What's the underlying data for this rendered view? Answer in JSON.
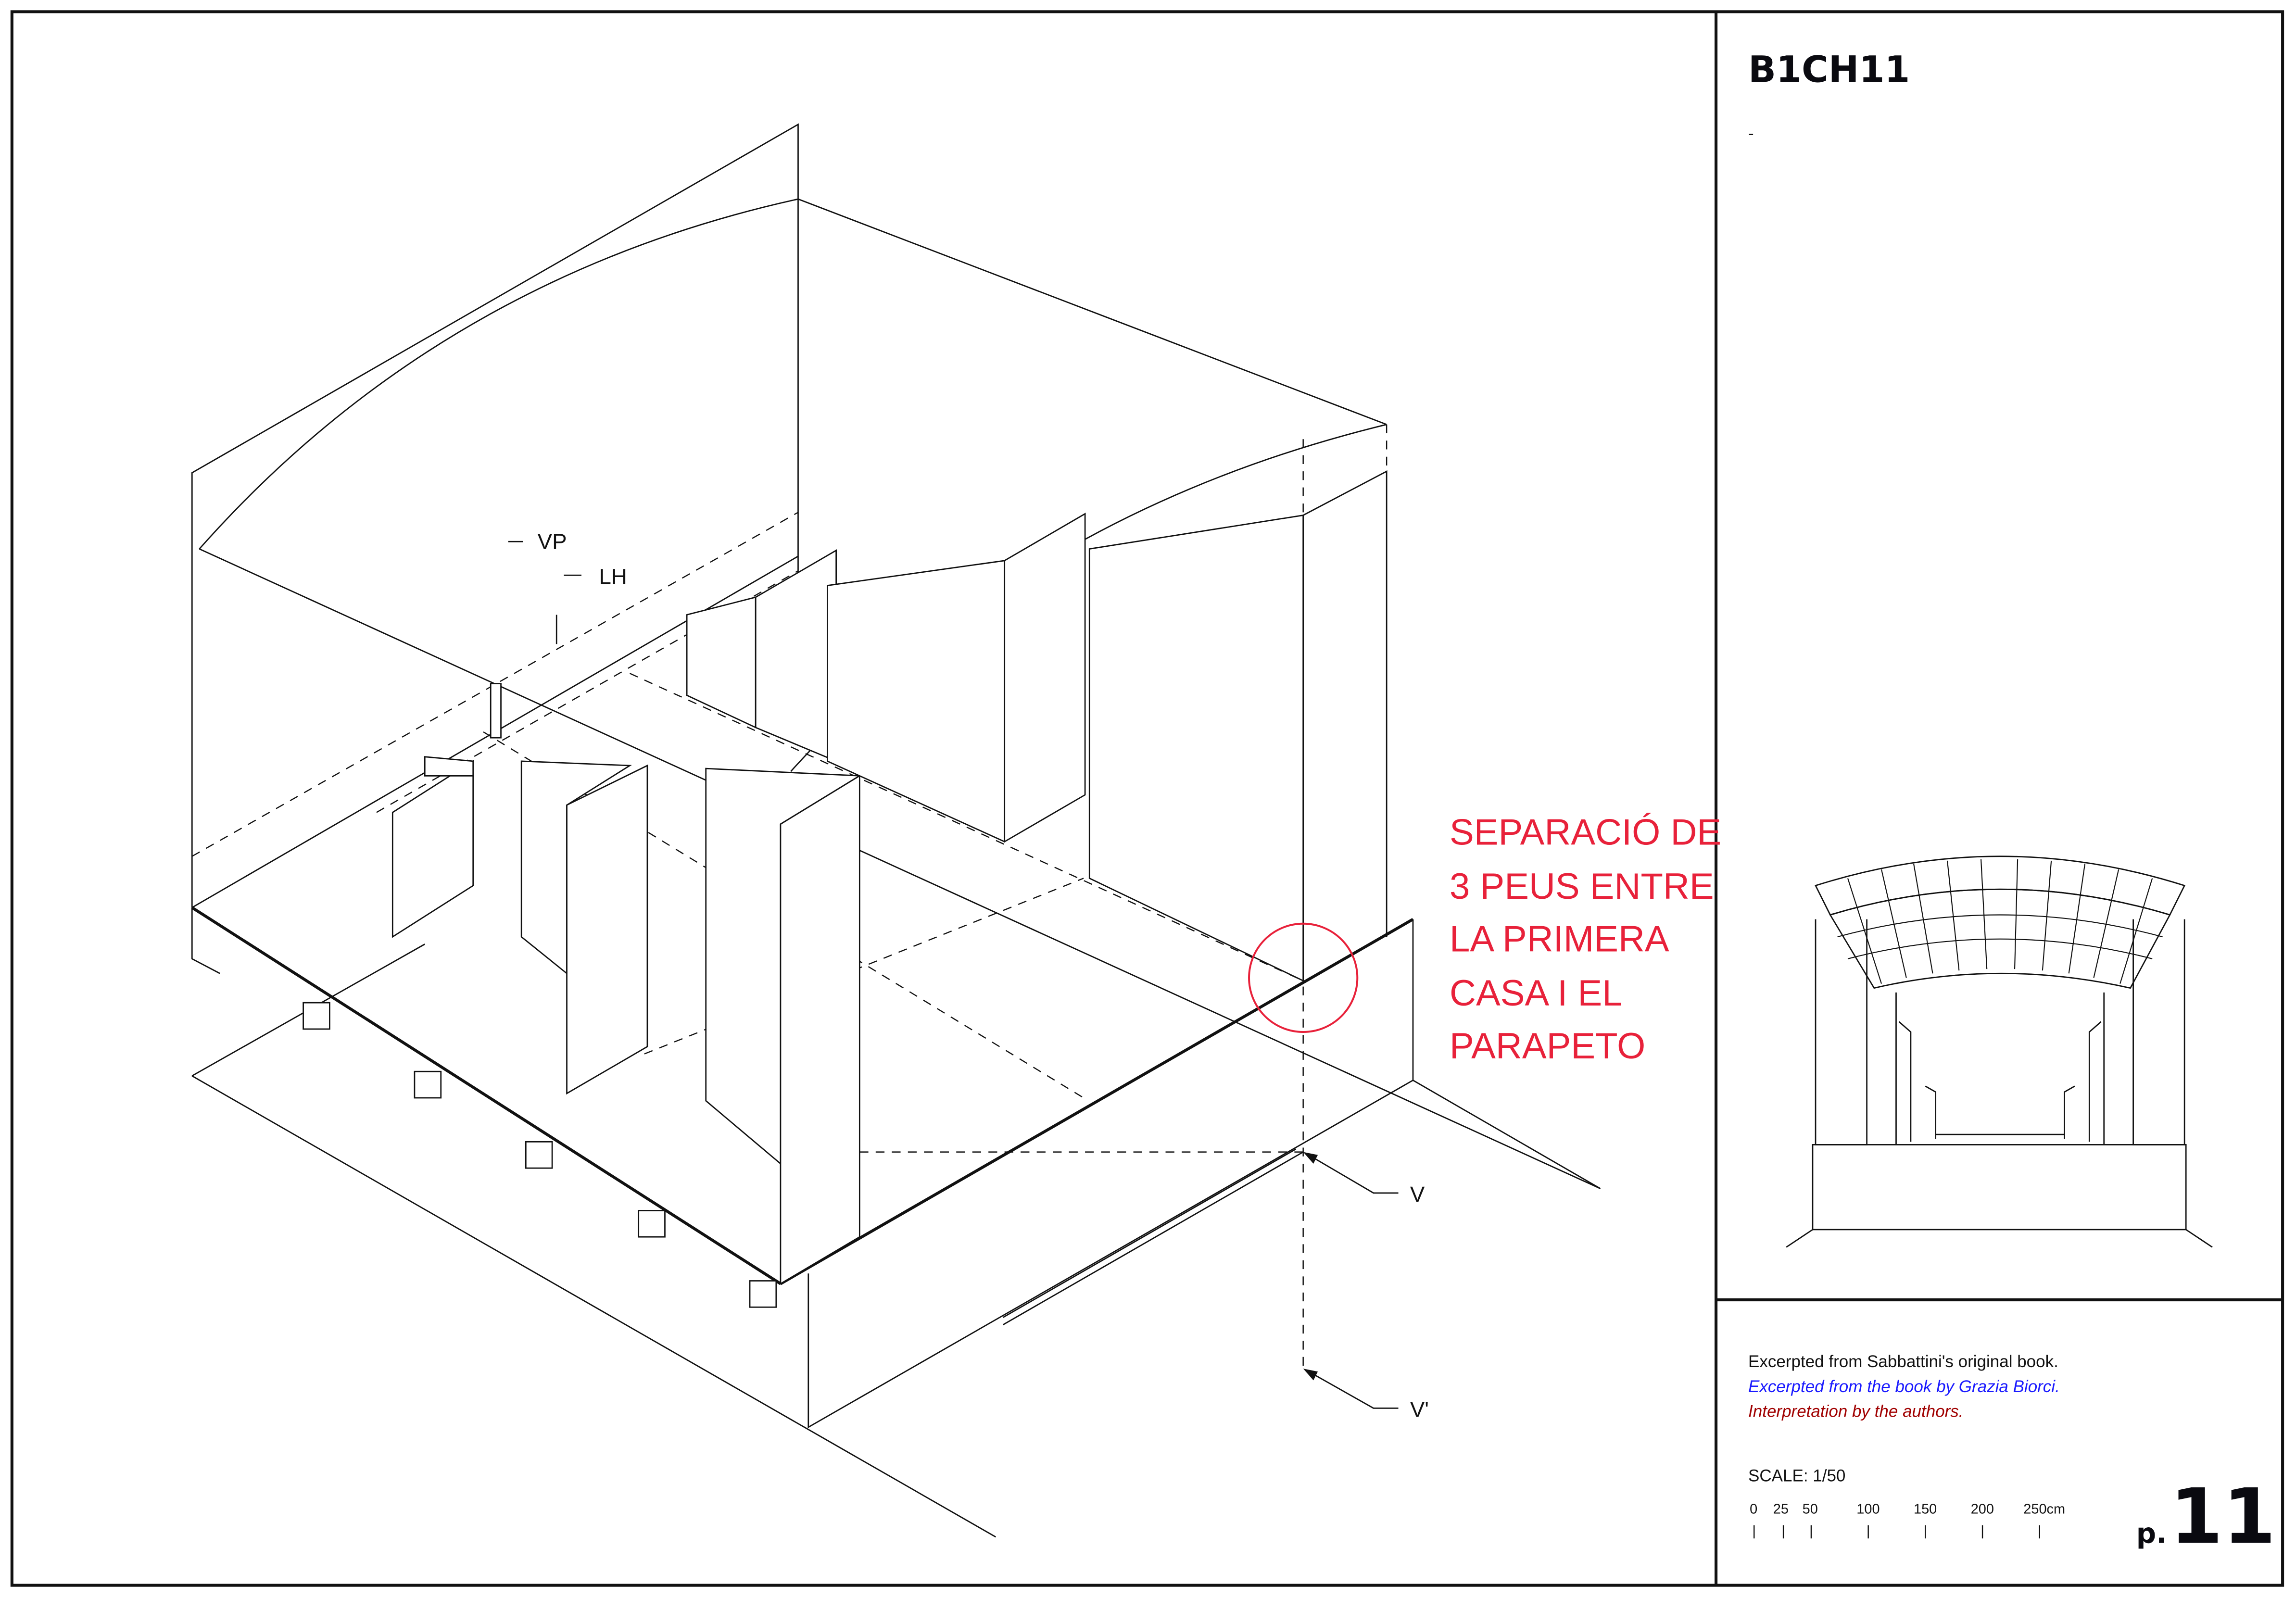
{
  "sheet": {
    "code": "B1CH11",
    "subtitle": "-",
    "page_prefix": "p.",
    "page_number": "11"
  },
  "drawing": {
    "labels": {
      "vp": "VP",
      "lh": "LH",
      "v": "V",
      "v_prime": "V'"
    },
    "annotation_lines": [
      "SEPARACIÓ DE",
      "3 PEUS ENTRE",
      "LA PRIMERA",
      "CASA I EL",
      "PARAPETO"
    ],
    "annotation_color": "#e8213a"
  },
  "credits": {
    "original": "Excerpted from Sabbattini's original book.",
    "biorci": "Excerpted from the book by Grazia Biorci.",
    "authors": "Interpretation by the authors.",
    "colors": {
      "original": "#111111",
      "biorci": "#1a1aff",
      "authors": "#a00000"
    }
  },
  "scale": {
    "label": "SCALE: 1/50",
    "ticks": [
      "0",
      "25",
      "50",
      "100",
      "150",
      "200",
      "250cm"
    ]
  }
}
